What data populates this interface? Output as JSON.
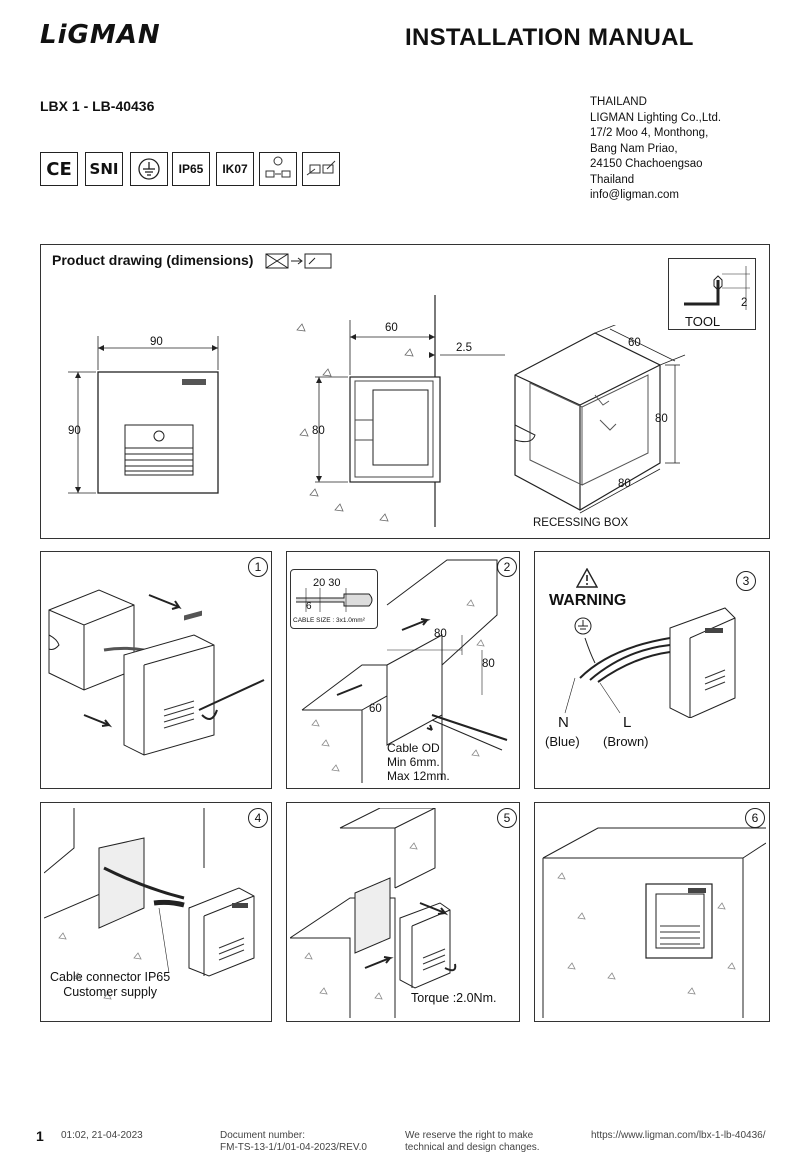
{
  "header": {
    "logo": "LiGMAN",
    "title": "INSTALLATION MANUAL",
    "product": "LBX 1 - LB-40436"
  },
  "address": {
    "lines": [
      "THAILAND",
      "LIGMAN Lighting Co.,Ltd.",
      "17/2 Moo 4, Monthong,",
      "Bang Nam Priao,",
      "24150 Chachoengsao",
      "Thailand",
      "info@ligman.com"
    ]
  },
  "certifications": {
    "ce": "CE",
    "sni": "SNI",
    "ip": "IP65",
    "ik": "IK07"
  },
  "drawing": {
    "title": "Product drawing (dimensions)",
    "front_width": "90",
    "front_height": "90",
    "side_depth": "60",
    "side_offset": "2.5",
    "side_height": "80",
    "box_depth": "60",
    "box_height": "80",
    "box_width": "80",
    "box_label": "RECESSING BOX",
    "tool_label": "TOOL",
    "tool_size": "2"
  },
  "steps": {
    "s1": "1",
    "s2": "2",
    "s3": "3",
    "s4": "4",
    "s5": "5",
    "s6": "6",
    "cable_dims": "20 30",
    "cable_dim2": "6",
    "cable_size": "CABLE SIZE : 3x1.0mm²",
    "dim80a": "80",
    "dim80b": "80",
    "dim60": "60",
    "cable_od": "Cable OD",
    "cable_min": "Min 6mm.",
    "cable_max": "Max 12mm.",
    "warning": "WARNING",
    "n": "N",
    "l": "L",
    "blue": "(Blue)",
    "brown": "(Brown)",
    "connector1": "Cable connector IP65",
    "connector2": "Customer supply",
    "torque": "Torque :2.0Nm."
  },
  "footer": {
    "page": "1",
    "date": "01:02, 21-04-2023",
    "docnum_label": "Document number:",
    "docnum": "FM-TS-13-1/1/01-04-2023/REV.0",
    "reserve1": "We reserve the right to make",
    "reserve2": "technical and design changes.",
    "url": "https://www.ligman.com/lbx-1-lb-40436/"
  }
}
